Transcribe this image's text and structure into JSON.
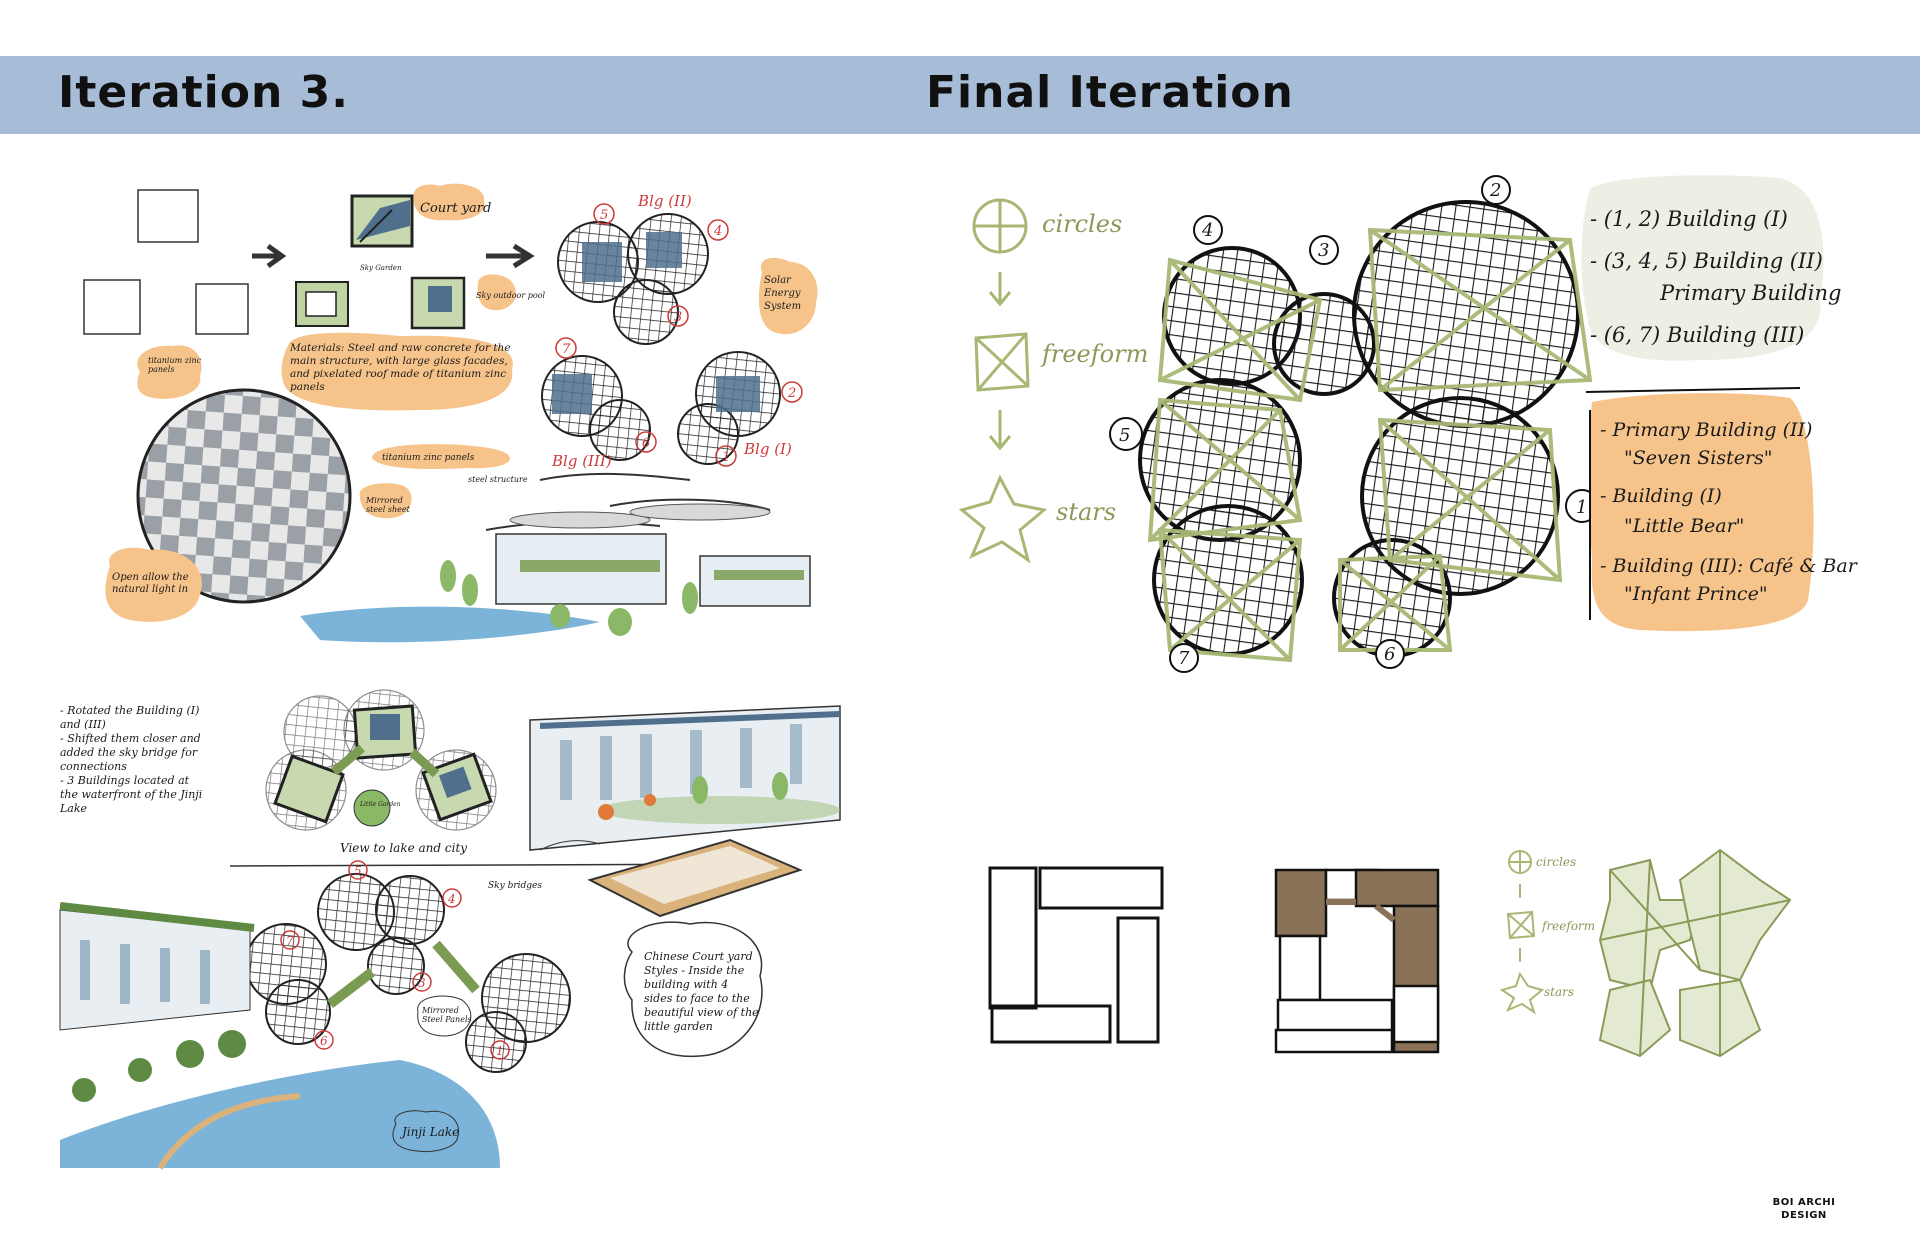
{
  "header": {
    "left_title": "Iteration 3.",
    "right_title": "Final Iteration"
  },
  "iteration3": {
    "top_left": {
      "court_yard": "Court yard",
      "sky_garden": "Sky Garden",
      "sky_outdoor_pool": "Sky outdoor pool",
      "materials": "Materials: Steel and raw concrete for the main structure, with large glass facades, and pixelated roof made of titanium zinc panels",
      "titanium_panels": "titanium zinc panels",
      "open_note": "Open allow the natural light in",
      "bldg_2": "Blg (II)",
      "bldg_3": "Blg (III)",
      "bldg_1": "Blg (I)",
      "solar": "Solar Energy System",
      "titanium_zinc": "titanium zinc panels",
      "steel_structure": "steel structure",
      "mirrored_steel": "Mirrored steel sheet",
      "nums": [
        "5",
        "4",
        "3",
        "7",
        "6",
        "2",
        "1"
      ]
    },
    "bottom": {
      "rotated_note": "- Rotated the Building (I) and (III)",
      "shifted_note": "- Shifted them closer and added the sky bridge for connections",
      "located_note": "- 3 Buildings located at the waterfront of the Jinji Lake",
      "little_garden": "Little Garden",
      "view_note": "View to lake and city",
      "sky_bridge": "Sky bridges",
      "mirrored_panels": "Mirrored Steel Panels",
      "chinese_court": "Chinese Court yard Styles - Inside the building with 4 sides to face to the beautiful view of the little garden",
      "jinji_lake": "Jinji Lake",
      "nums": [
        "5",
        "4",
        "7",
        "3",
        "6",
        "1"
      ]
    }
  },
  "final": {
    "circles": "circles",
    "freeform": "freeform",
    "stars": "stars",
    "legend_lines": [
      "- (1, 2) Building (I)",
      "- (3, 4, 5) Building (II)",
      "Primary Building",
      "- (6, 7) Building (III)"
    ],
    "names_lines": [
      "- Primary Building (II)",
      "\"Seven Sisters\"",
      "- Building (I)",
      "\"Little Bear\"",
      "- Building (III): Café & Bar",
      "\"Infant Prince\""
    ],
    "plan_nums": [
      "4",
      "3",
      "2",
      "5",
      "1",
      "7",
      "6"
    ],
    "mini_circles": "circles",
    "mini_freeform": "freeform",
    "mini_stars": "stars"
  },
  "logo": {
    "line1": "BOI ARCHI",
    "line2": "DESIGN"
  },
  "colors": {
    "header_band": "#a7bcd7",
    "highlight_orange": "#f6c48b",
    "sketch_green": "#a8b874",
    "water_blue": "#5aa0d0",
    "roof_blue": "#4f6f8c",
    "annotation_red": "#cc3a3a",
    "plan_brown": "#8a7258"
  }
}
